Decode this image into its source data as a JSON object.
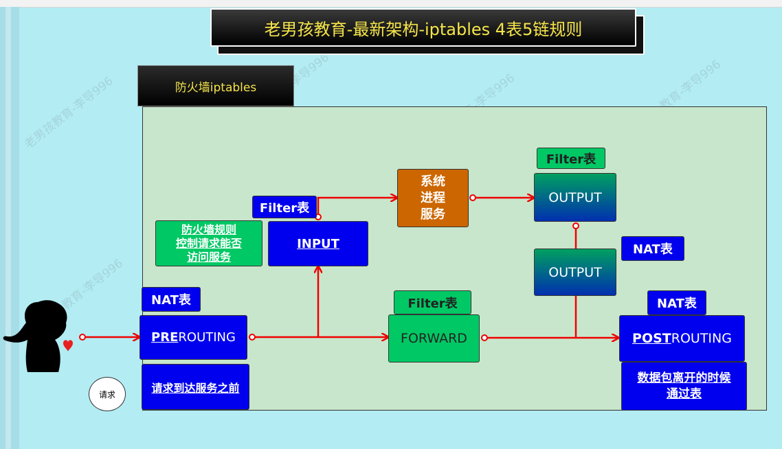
{
  "title": "老男孩教育-最新架构-iptables 4表5链规则",
  "subtitle": "防火墙iptables",
  "watermarks": [
    "老男孩教育-李导996",
    "教育-李导996",
    "教育-李导996",
    "教育-李导996",
    "教育-李导996"
  ],
  "nodes": {
    "firewall_note": "防火墙规则\n控制请求能否\n访问服务",
    "filter_input": "Filter表",
    "input": "INPUT",
    "system_process": "系统\n进程\n服务",
    "filter_output": "Filter表",
    "output_filter": "OUTPUT",
    "nat_output": "NAT表",
    "output_nat": "OUTPUT",
    "nat_pre": "NAT表",
    "pre_a": "PRE",
    "pre_b": "ROUTING",
    "pre_note": "请求到达服务之前",
    "filter_forward": "Filter表",
    "forward": "FORWARD",
    "nat_post": "NAT表",
    "post_a": "POST",
    "post_b": "ROUTING",
    "post_note": "数据包离开的时候\n通过表",
    "request": "请求"
  },
  "colors": {
    "background": "#b3ecf3",
    "panel": "#c8e6cb",
    "chain_blue": "#0000ee",
    "table_green": "#00c864",
    "process_orange": "#cc6600",
    "arrow_red": "#ee0000",
    "title_text": "#f5e44a"
  }
}
